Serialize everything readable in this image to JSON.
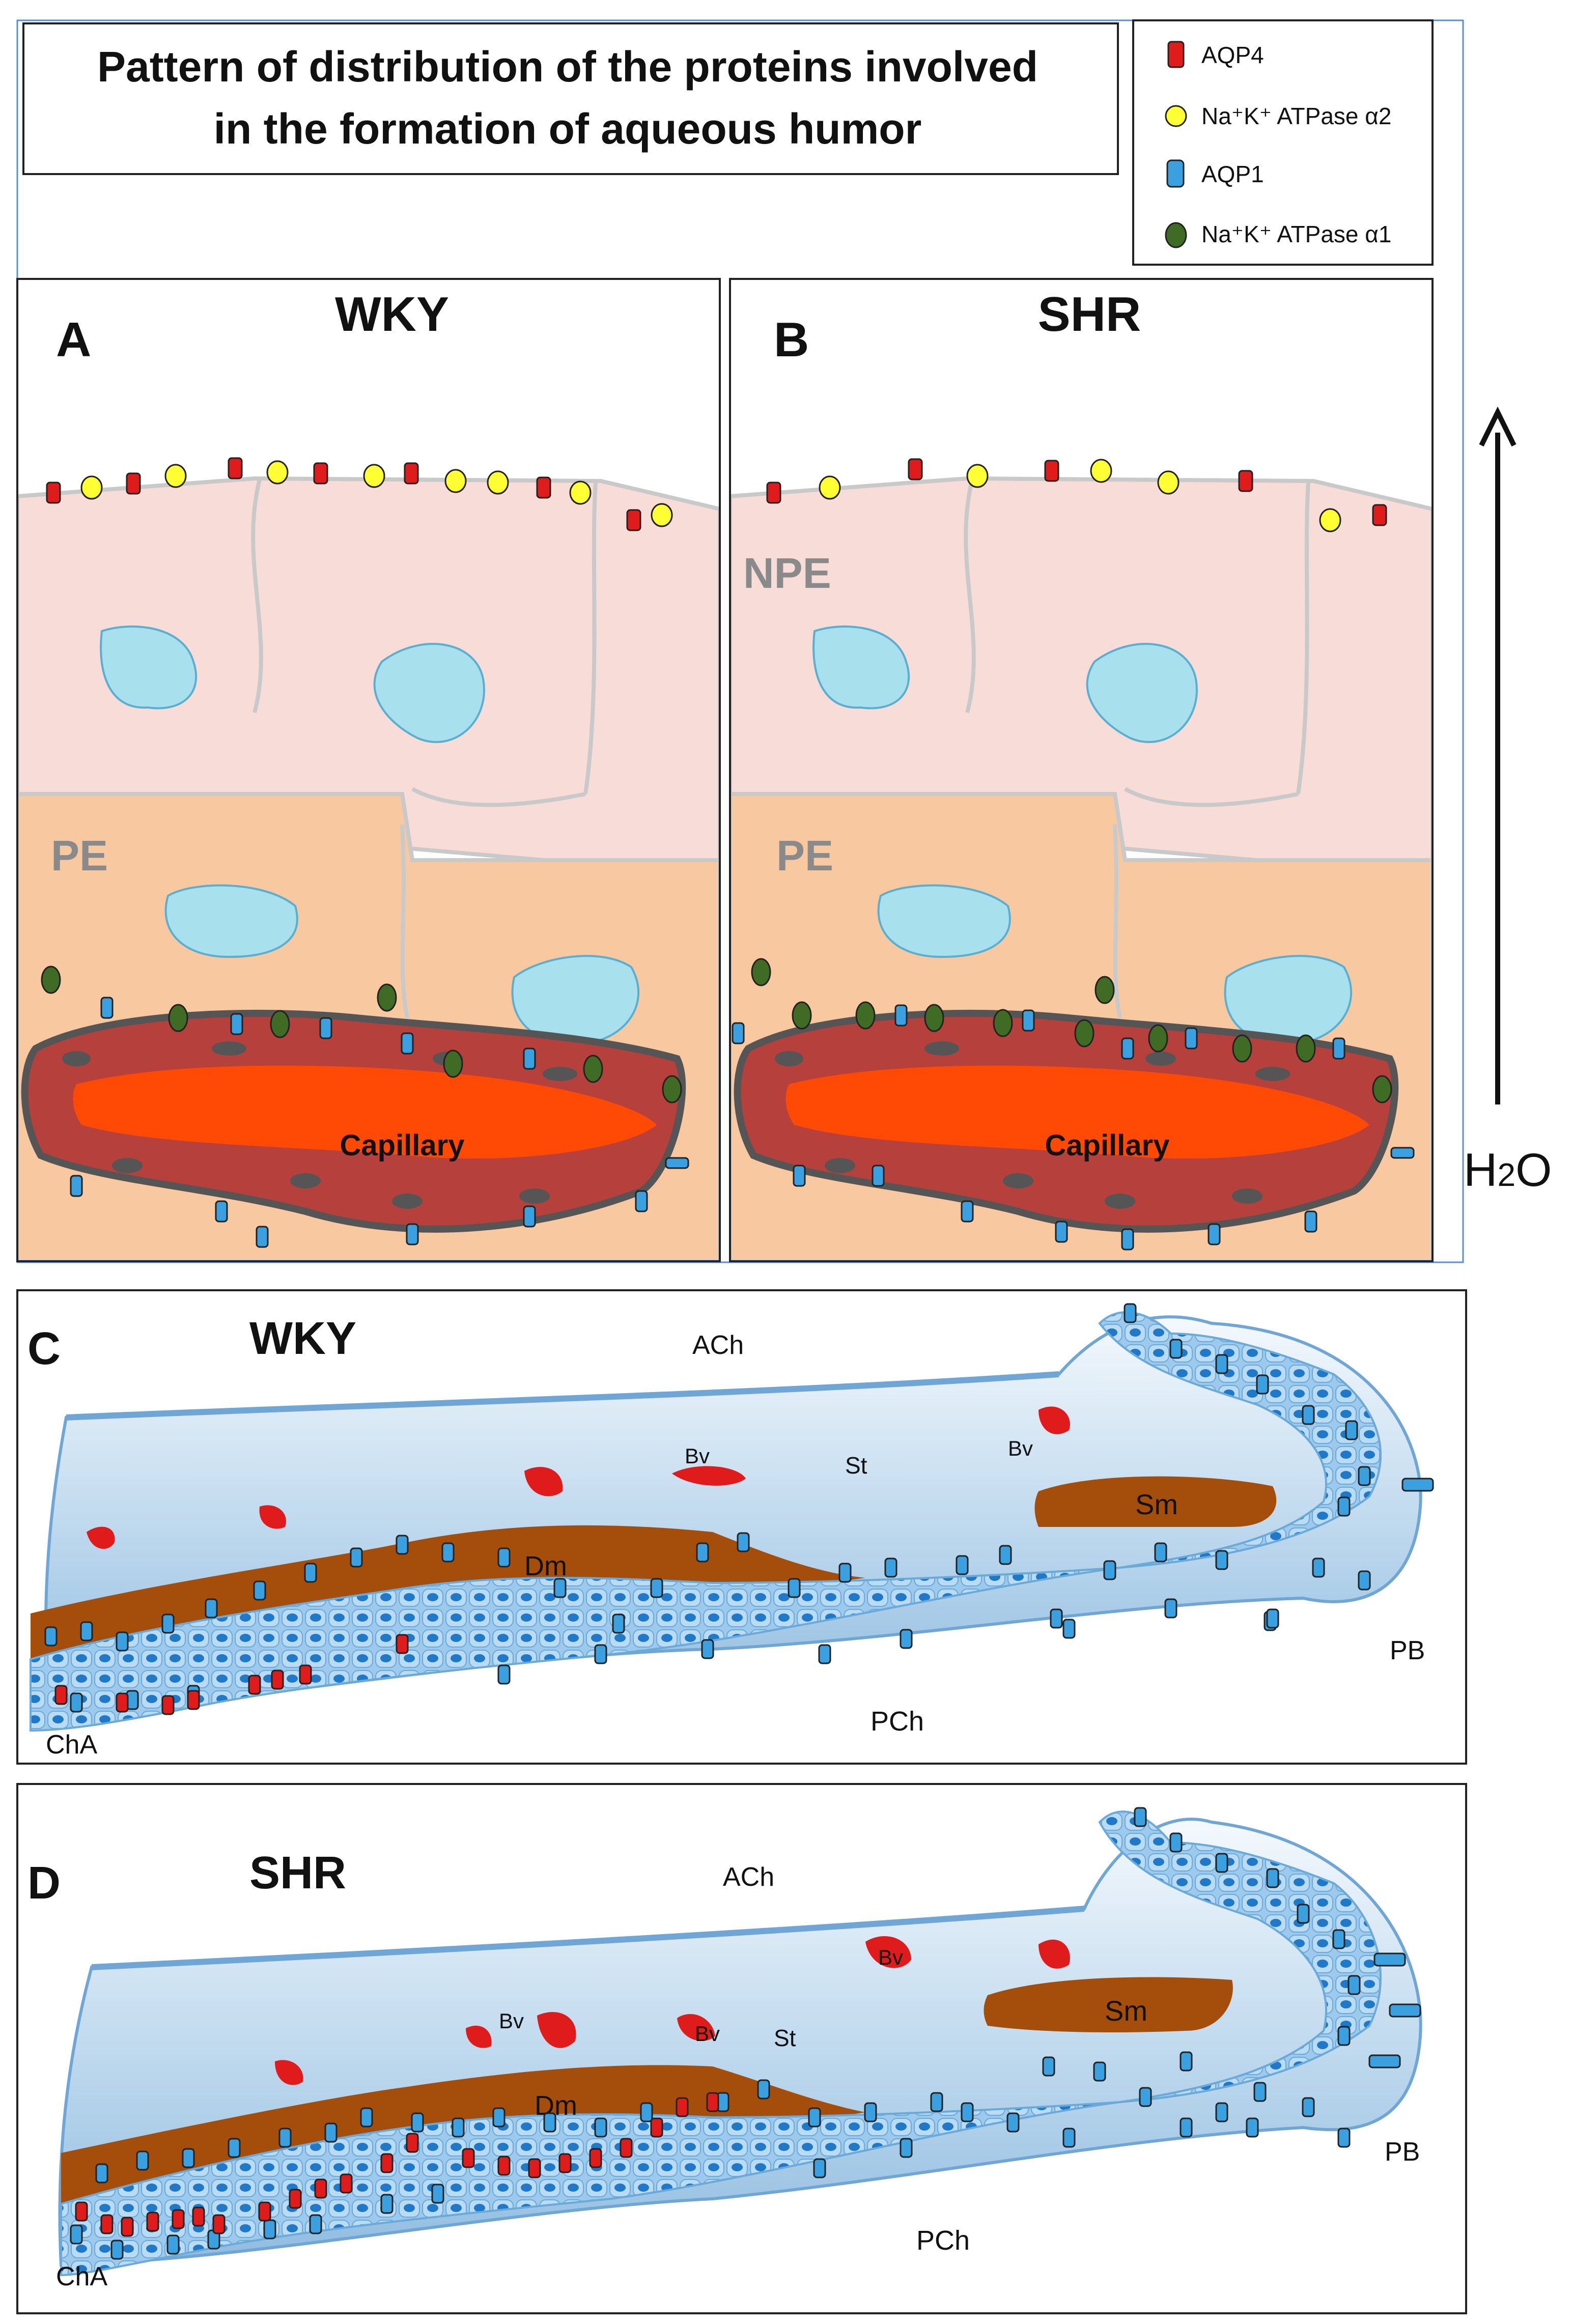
{
  "title": {
    "line1": "Pattern of distribution of the  proteins involved",
    "line2": "in the formation of aqueous humor"
  },
  "legend": {
    "items": [
      {
        "label": "AQP4",
        "marker": "red-rect-icon",
        "color": "#e01b1b"
      },
      {
        "label": "Na⁺K⁺ ATPase α2",
        "marker": "yellow-circle-icon",
        "color": "#ffff33"
      },
      {
        "label": "AQP1",
        "marker": "blue-rect-icon",
        "color": "#3aa0e0"
      },
      {
        "label": "Na⁺K⁺ ATPase α1",
        "marker": "green-circle-icon",
        "color": "#3f6b25"
      }
    ]
  },
  "panels": {
    "A": {
      "letter": "A",
      "strain": "WKY",
      "pe": "PE",
      "capillary": "Capillary"
    },
    "B": {
      "letter": "B",
      "strain": "SHR",
      "npe": "NPE",
      "pe": "PE",
      "capillary": "Capillary"
    },
    "C": {
      "letter": "C",
      "strain": "WKY",
      "ach": "ACh",
      "st": "St",
      "bv1": "Bv",
      "bv2": "Bv",
      "sm": "Sm",
      "dm": "Dm",
      "pb": "PB",
      "pch": "PCh",
      "cha": "ChA"
    },
    "D": {
      "letter": "D",
      "strain": "SHR",
      "ach": "ACh",
      "st": "St",
      "bv1": "Bv",
      "bv2": "Bv",
      "bv3": "Bv",
      "sm": "Sm",
      "dm": "Dm",
      "pb": "PB",
      "pch": "PCh",
      "cha": "ChA"
    }
  },
  "flow": {
    "label_main": "H",
    "label_sub": "2",
    "label_end": "O",
    "arrow": "up-arrow-icon"
  },
  "colors": {
    "npe": "#f7dcd8",
    "pe": "#f8c9a0",
    "nucleus": "#a8e0ee",
    "capillary_wall": "#b5403c",
    "capillary_lumen": "#ff4a05",
    "stroma": "#cfe3f2",
    "muscle": "#a54e0c",
    "epithelium": "#3a92d4",
    "aqp4": "#e01b1b",
    "aqp1": "#3aa0e0",
    "atp_a2": "#ffff33",
    "atp_a1": "#3f6b25"
  }
}
